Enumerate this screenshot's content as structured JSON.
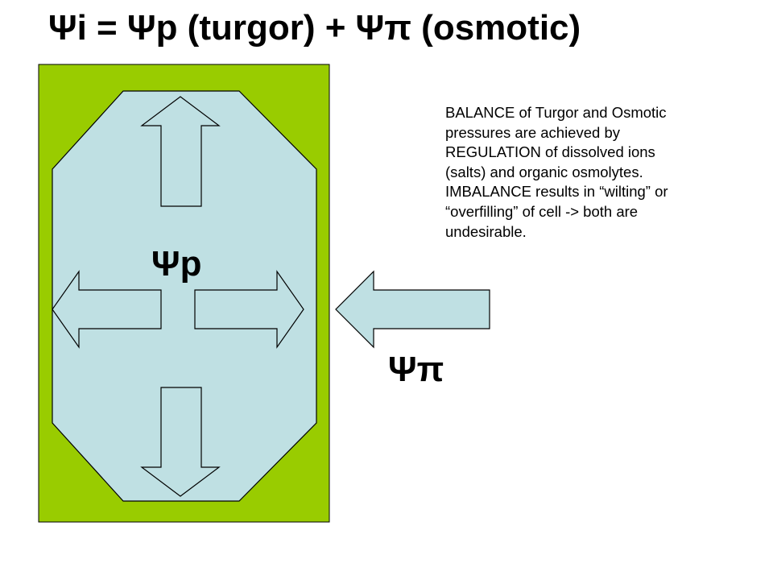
{
  "title": "Ψi = Ψp (turgor) + Ψπ (osmotic)",
  "labels": {
    "turgor": "Ψp",
    "osmotic": "Ψπ"
  },
  "note": {
    "lines": [
      "BALANCE of Turgor and Osmotic",
      "pressures are achieved by",
      "REGULATION of dissolved ions",
      "(salts) and organic osmolytes.",
      "IMBALANCE results in “wilting” or",
      "“overfilling” of cell -> both are",
      "undesirable."
    ]
  },
  "colors": {
    "cell_wall": "#99cc00",
    "cytoplasm": "#bfe0e3",
    "outline": "#000000",
    "background": "#ffffff"
  }
}
